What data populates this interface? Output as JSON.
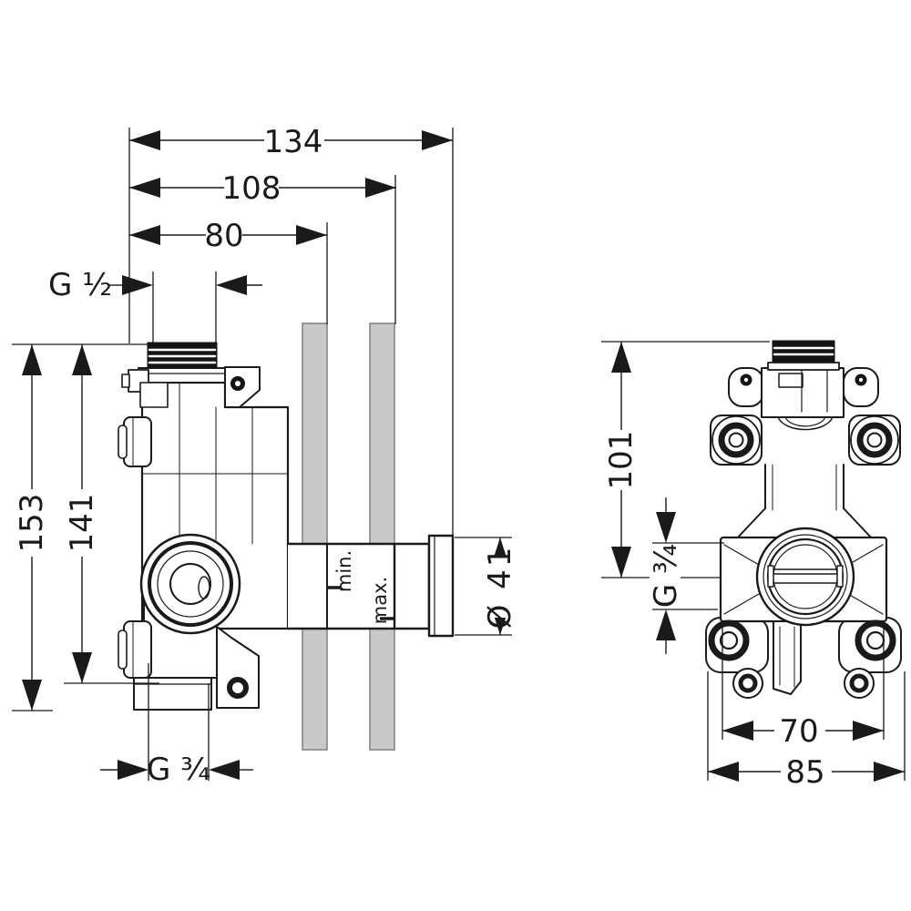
{
  "drawing": {
    "colors": {
      "background": "#ffffff",
      "line": "#1a1a1a",
      "wall_fill": "#c9c9c9",
      "wall_stroke": "#858585"
    },
    "labels": {
      "depth_overall": "134",
      "depth_to_max_wall": "108",
      "depth_to_min_wall": "80",
      "thread_top": "G ½",
      "height_overall": "153",
      "height_to_foot": "141",
      "thread_bottom": "G ¾",
      "spout_diameter": "Ø 41",
      "wall_min": "min.",
      "wall_max": "max.",
      "front_height_to_axis": "101",
      "front_outlet_thread": "G ¾",
      "front_screw_spacing": "70",
      "front_width_overall": "85"
    }
  }
}
